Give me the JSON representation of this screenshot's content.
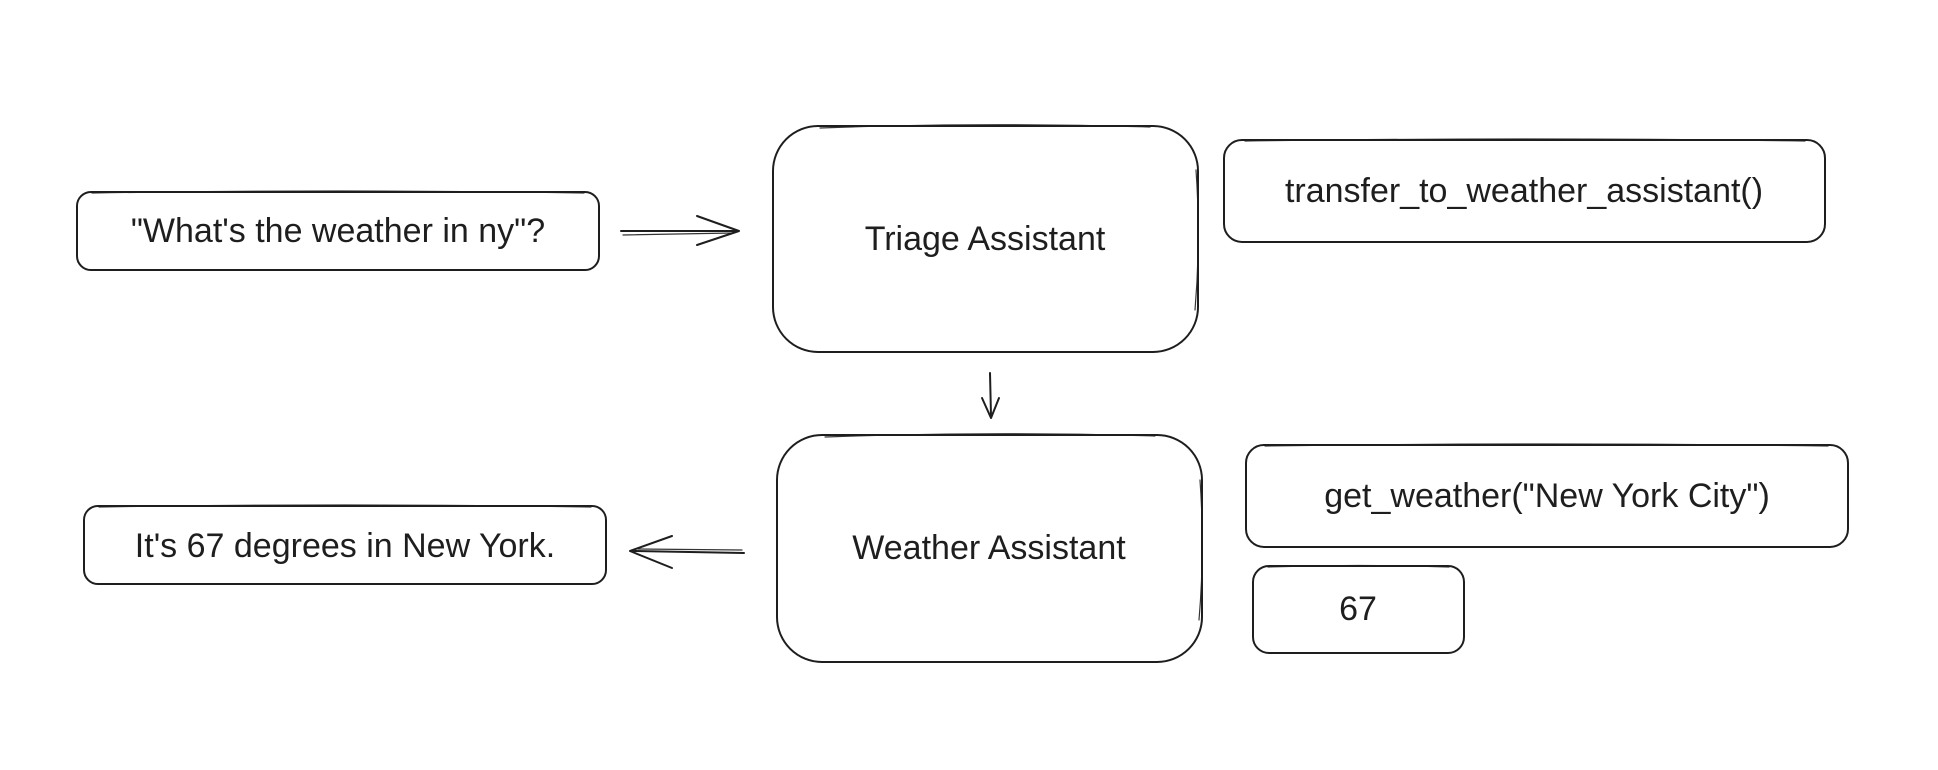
{
  "nodes": {
    "user_query": {
      "text": "\"What's the weather in ny\"?"
    },
    "triage_assistant": {
      "text": "Triage Assistant"
    },
    "triage_tool_call": {
      "text": "transfer_to_weather_assistant()"
    },
    "weather_assistant": {
      "text": "Weather Assistant"
    },
    "weather_tool_call": {
      "text": "get_weather(\"New York City\")"
    },
    "weather_tool_result": {
      "text": "67"
    },
    "final_response": {
      "text": "It's 67 degrees in New York."
    }
  },
  "colors": {
    "assistant_fill": "#f7d9ac",
    "tool_call_fill": "#e9ecef",
    "tool_result_fill": "#c0f0bf",
    "message_fill": "#ffffff",
    "stroke": "#1e1e1e"
  }
}
